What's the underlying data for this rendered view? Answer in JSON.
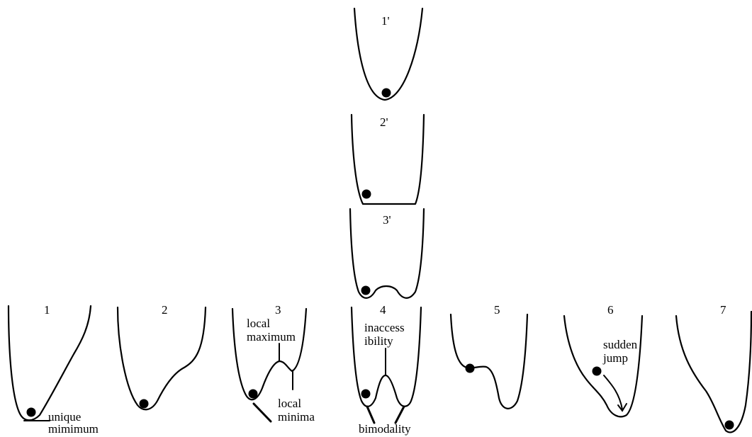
{
  "top_panels": [
    {
      "number": "1'"
    },
    {
      "number": "2'"
    },
    {
      "number": "3'"
    }
  ],
  "bottom_panels": [
    {
      "number": "1"
    },
    {
      "number": "2"
    },
    {
      "number": "3"
    },
    {
      "number": "4"
    },
    {
      "number": "5"
    },
    {
      "number": "6"
    },
    {
      "number": "7"
    }
  ],
  "annotations": {
    "unique_minimum": [
      "unique",
      "mimimum"
    ],
    "local_maximum": [
      "local",
      "maximum"
    ],
    "local_minima": [
      "local",
      "minima"
    ],
    "inaccessibility": [
      "inaccess",
      "ibility"
    ],
    "bimodality": "bimodality",
    "sudden_jump": [
      "sudden",
      "jump"
    ]
  }
}
